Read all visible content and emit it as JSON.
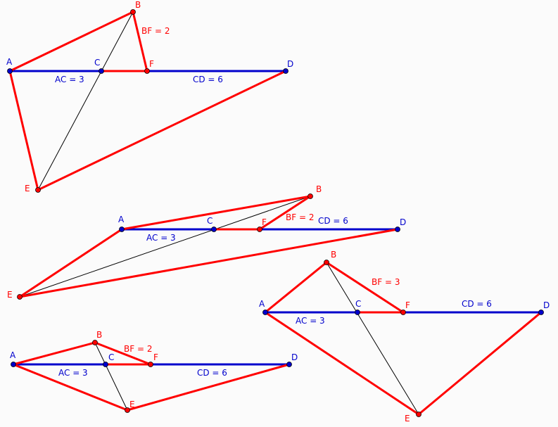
{
  "colors": {
    "red": "#ff0000",
    "blue": "#0000cc",
    "black": "#000000",
    "background": "#fbfbfb"
  },
  "figures": [
    {
      "points": {
        "A": "A",
        "B": "B",
        "C": "C",
        "D": "D",
        "E": "E",
        "F": "F"
      },
      "measures": {
        "AC": "AC = 3",
        "CD": "CD = 6",
        "BF": "BF = 2"
      }
    },
    {
      "points": {
        "A": "A",
        "B": "B",
        "C": "C",
        "D": "D",
        "E": "E",
        "F": "F"
      },
      "measures": {
        "AC": "AC = 3",
        "CD": "CD = 6",
        "BF": "BF = 2"
      }
    },
    {
      "points": {
        "A": "A",
        "B": "B",
        "C": "C",
        "D": "D",
        "E": "E",
        "F": "F"
      },
      "measures": {
        "AC": "AC = 3",
        "CD": "CD = 6",
        "BF": "BF = 3"
      }
    },
    {
      "points": {
        "A": "A",
        "B": "B",
        "C": "C",
        "D": "D",
        "E": "E",
        "F": "F"
      },
      "measures": {
        "AC": "AC = 3",
        "CD": "CD = 6",
        "BF": "BF = 2"
      }
    }
  ]
}
